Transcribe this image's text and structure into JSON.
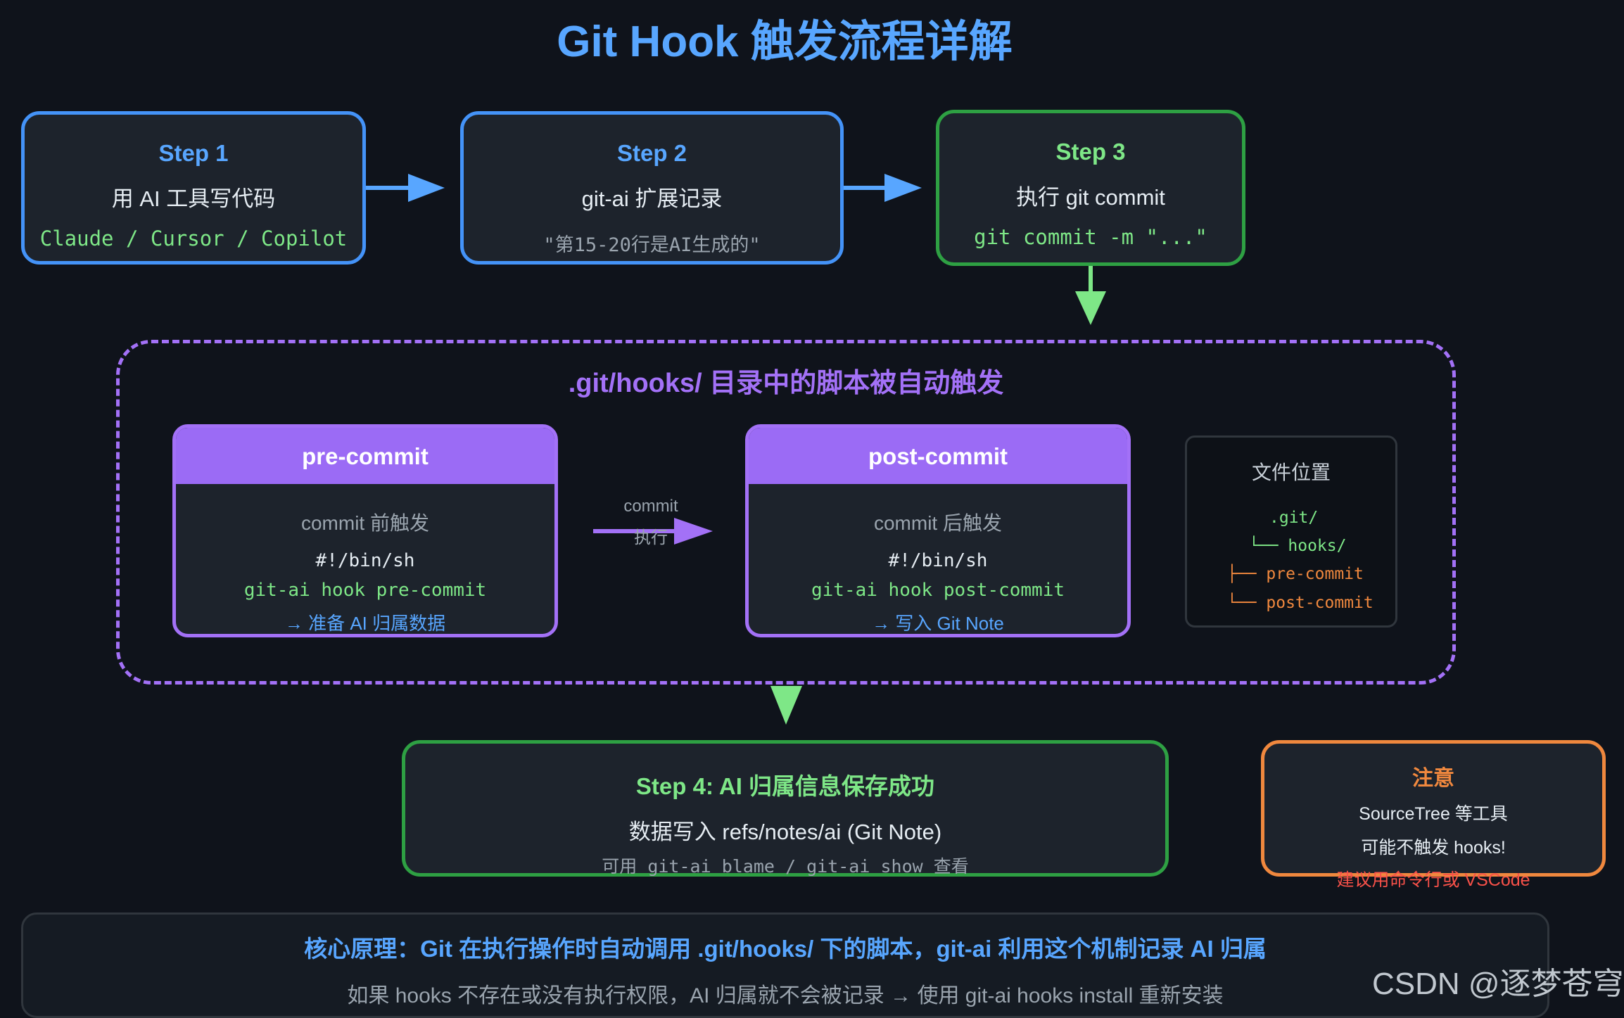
{
  "title": "Git Hook 触发流程详解",
  "steps": [
    {
      "title": "Step 1",
      "subtitle": "用 AI 工具写代码",
      "detail": "Claude / Cursor / Copilot"
    },
    {
      "title": "Step 2",
      "subtitle": "git-ai 扩展记录",
      "detail": "\"第15-20行是AI生成的\""
    },
    {
      "title": "Step 3",
      "subtitle": "执行 git commit",
      "detail": "git commit -m \"...\""
    }
  ],
  "hooks_section": {
    "title": ".git/hooks/ 目录中的脚本被自动触发",
    "pre_commit": {
      "name": "pre-commit",
      "desc": "commit 前触发",
      "shebang": "#!/bin/sh",
      "command": "git-ai hook pre-commit",
      "result": "→ 准备 AI 归属数据"
    },
    "arrow_label_1": "commit",
    "arrow_label_2": "执行",
    "post_commit": {
      "name": "post-commit",
      "desc": "commit 后触发",
      "shebang": "#!/bin/sh",
      "command": "git-ai hook post-commit",
      "result": "→ 写入 Git Note"
    },
    "file_location": {
      "title": "文件位置",
      "tree": [
        ".git/",
        "└── hooks/",
        "├── pre-commit",
        "└── post-commit"
      ]
    }
  },
  "step4": {
    "title": "Step 4: AI 归属信息保存成功",
    "subtitle": "数据写入 refs/notes/ai (Git Note)",
    "detail": "可用 git-ai blame / git-ai show 查看"
  },
  "note": {
    "title": "注意",
    "line1": "SourceTree 等工具",
    "line2": "可能不触发 hooks!",
    "warning": "建议用命令行或 VSCode"
  },
  "bottom": {
    "principle": "核心原理：Git 在执行操作时自动调用 .git/hooks/ 下的脚本，git-ai 利用这个机制记录 AI 归属",
    "tip": "如果 hooks 不存在或没有执行权限，AI 归属就不会被记录 → 使用 git-ai hooks install 重新安装"
  },
  "watermark": "CSDN @逐梦苍穹",
  "colors": {
    "background": "#0f131b",
    "blue": "#4493f8",
    "green": "#2ea043",
    "purple": "#a371f7",
    "orange": "#f0883e",
    "red": "#f85149"
  }
}
